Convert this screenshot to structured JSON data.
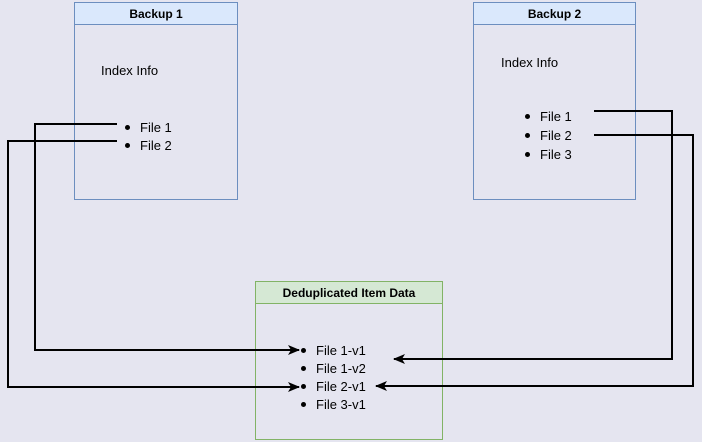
{
  "diagram": {
    "backup1": {
      "title": "Backup 1",
      "index_label": "Index Info",
      "files": [
        "File 1",
        "File 2"
      ]
    },
    "backup2": {
      "title": "Backup 2",
      "index_label": "Index Info",
      "files": [
        "File 1",
        "File 2",
        "File 3"
      ]
    },
    "dedup": {
      "title": "Deduplicated Item Data",
      "items": [
        "File 1-v1",
        "File 1-v2",
        "File 2-v1",
        "File 3-v1"
      ]
    },
    "connections": [
      {
        "from": "Backup 1 / File 1",
        "to": "File 1-v1"
      },
      {
        "from": "Backup 1 / File 2",
        "to": "File 2-v1"
      },
      {
        "from": "Backup 2 / File 1",
        "to": "File 1-v2"
      },
      {
        "from": "Backup 2 / File 2",
        "to": "File 2-v1"
      }
    ],
    "colors": {
      "canvas_bg": "#e5e5f0",
      "blue_box_border": "#6c8ebf",
      "blue_header_fill": "#dae8fc",
      "green_box_border": "#82b366",
      "green_header_fill": "#d5e8d4",
      "connector": "#000000",
      "text": "#000000"
    }
  }
}
